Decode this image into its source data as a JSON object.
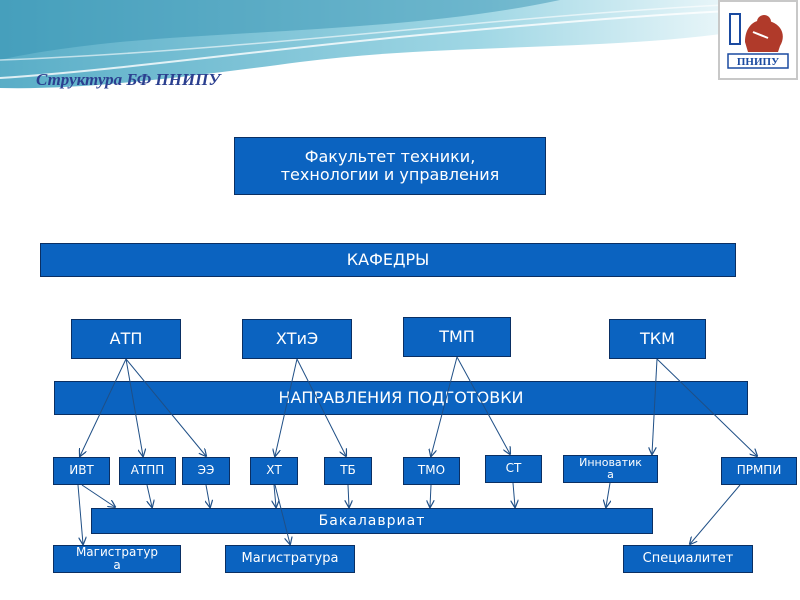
{
  "title": "Структура БФ ПНИПУ",
  "logo": {
    "text": "ПНИПУ"
  },
  "faculty": {
    "line1": "Факультет техники,",
    "line2": "технологии и управления"
  },
  "kafedry_label": "КАФЕДРЫ",
  "departments": {
    "atp": "АТП",
    "htie": "ХТиЭ",
    "tmp": "ТМП",
    "tkm": "ТКМ"
  },
  "directions_label": "НАПРАВЛЕНИЯ ПОДГОТОВКИ",
  "programs": {
    "ivt": "ИВТ",
    "atpp": "АТПП",
    "ee": "ЭЭ",
    "ht": "ХТ",
    "tb": "ТБ",
    "tmo": "ТМО",
    "st": "СТ",
    "innov_1": "Инноватик",
    "innov_2": "а",
    "prmpi": "ПРМПИ"
  },
  "bachelor": "Бакалавриат",
  "master_left_1": "Магистратур",
  "master_left_2": "а",
  "master_center": "Магистратура",
  "specialist": "Специалитет",
  "colors": {
    "box": "#0b63c0",
    "border": "#0a2f63",
    "title": "#2b3f8f",
    "arrow": "#1f4f86",
    "wave": "#5fb2c9"
  }
}
